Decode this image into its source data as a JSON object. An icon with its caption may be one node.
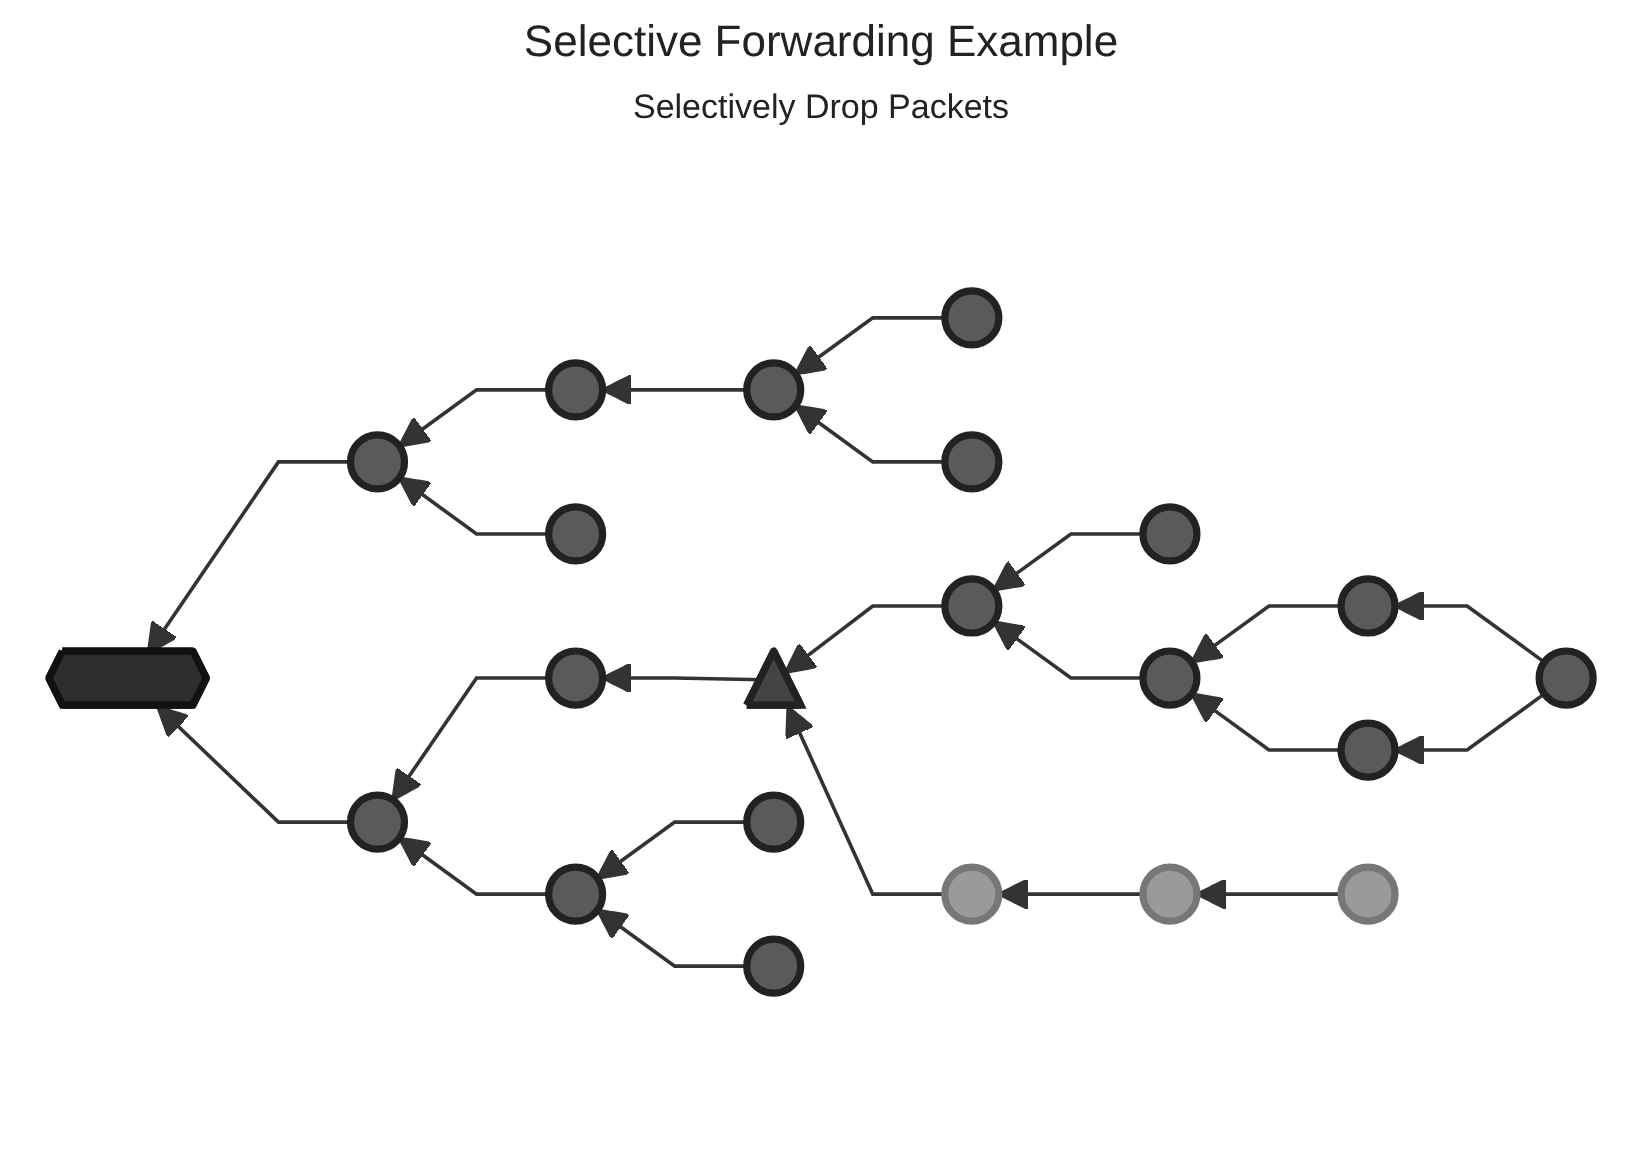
{
  "diagram": {
    "title": "Selective Forwarding Example",
    "nodes": [
      {
        "text": [],
        "shape": "circle"
      },
      {
        "text": [],
        "shape": "circle"
      },
      {
        "text": [],
        "shape": "circle"
      },
      {
        "text": [],
        "shape": "circle"
      },
      {
        "text": [],
        "shape": "circle"
      },
      {
        "text": [],
        "shape": "circle"
      },
      {
        "text": [],
        "shape": "hexagon"
      },
      {
        "text": [],
        "shape": "circle"
      },
      {
        "text": [],
        "shape": "circle"
      },
      {
        "text": [],
        "shape": "triangle"
      },
      {
        "text": [],
        "shape": "circle"
      },
      {
        "text": [],
        "shape": "circle"
      },
      {
        "text": [],
        "shape": "circle"
      },
      {
        "text": [],
        "shape": "circle"
      },
      {
        "text": [],
        "shape": "circle"
      },
      {
        "text": [],
        "shape": "circle"
      },
      {
        "text": [],
        "shape": "circle"
      },
      {
        "text": [],
        "shape": "circle"
      },
      {
        "text": [],
        "shape": "circle"
      },
      {
        "text": [],
        "shape": "circle"
      },
      {
        "text": [],
        "shape": "circle"
      },
      {
        "text": [],
        "shape": "circle"
      }
    ],
    "edges": [
      {
        "from": 0,
        "to": 2,
        "arrow": "to"
      },
      {
        "from": 1,
        "to": 2,
        "arrow": "to"
      },
      {
        "from": 2,
        "to": 3,
        "arrow": "to"
      },
      {
        "from": 3,
        "to": 5,
        "arrow": "to"
      },
      {
        "from": 4,
        "to": 5,
        "arrow": "to"
      },
      {
        "from": 5,
        "to": 6,
        "arrow": "to"
      },
      {
        "from": 7,
        "to": 6,
        "arrow": "to"
      },
      {
        "from": 8,
        "to": 7,
        "arrow": "to"
      },
      {
        "from": 9,
        "to": 8,
        "arrow": "to"
      },
      {
        "from": 10,
        "to": 7,
        "arrow": "to"
      },
      {
        "from": 11,
        "to": 10,
        "arrow": "to"
      },
      {
        "from": 12,
        "to": 10,
        "arrow": "to"
      },
      {
        "from": 13,
        "to": 18,
        "arrow": "to"
      },
      {
        "from": 16,
        "to": 18,
        "arrow": "to"
      },
      {
        "from": 18,
        "to": 9,
        "arrow": "to"
      },
      {
        "from": 14,
        "to": 16,
        "arrow": "to"
      },
      {
        "from": 15,
        "to": 14,
        "arrow": "to"
      },
      {
        "from": 15,
        "to": 17,
        "arrow": "to"
      },
      {
        "from": 17,
        "to": 16,
        "arrow": "to"
      },
      {
        "from": 19,
        "to": 9,
        "arrow": "to"
      },
      {
        "from": 20,
        "to": 19,
        "arrow": "to"
      },
      {
        "from": 21,
        "to": 20,
        "arrow": "to"
      }
    ],
    "labels": [
      "Selectively Drop Packets"
    ]
  }
}
